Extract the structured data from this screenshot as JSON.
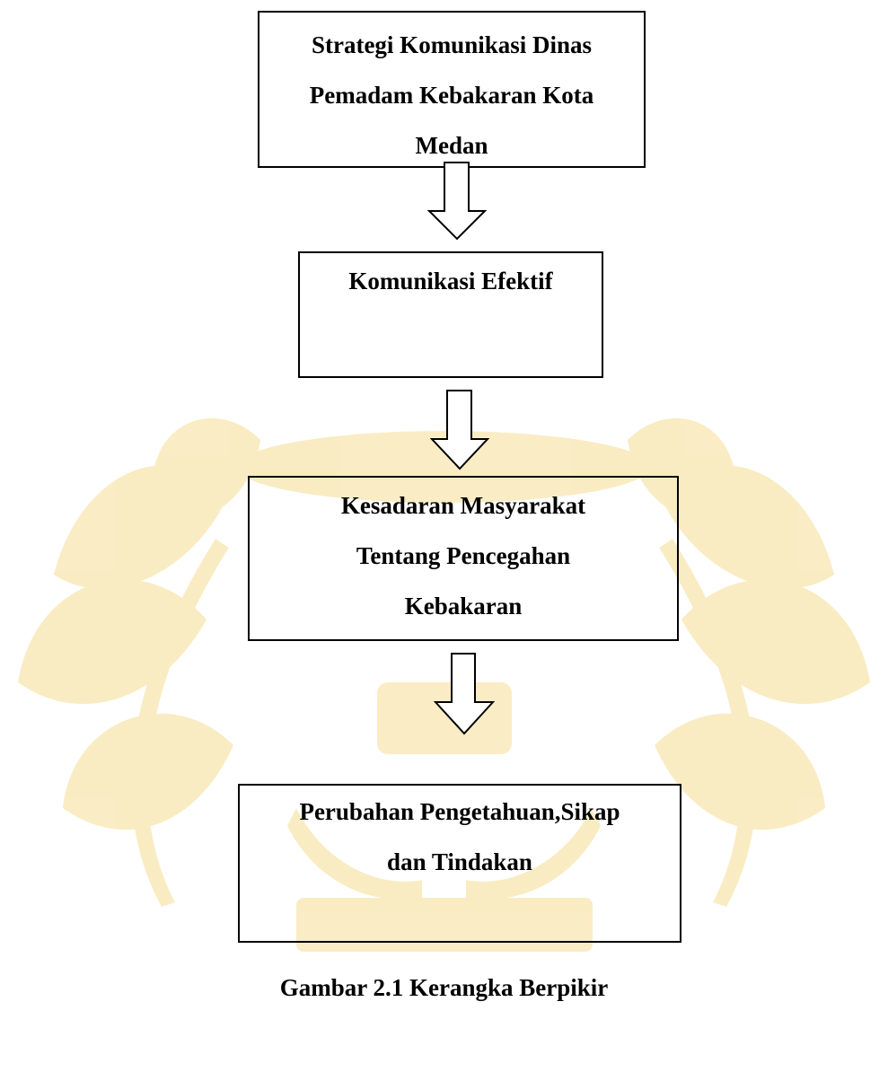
{
  "diagram": {
    "boxes": [
      {
        "text": "Strategi Komunikasi Dinas\nPemadam Kebakaran Kota\nMedan"
      },
      {
        "text": "Komunikasi Efektif"
      },
      {
        "text": "Kesadaran Masyarakat\nTentang Pencegahan\nKebakaran"
      },
      {
        "text": "Perubahan Pengetahuan,Sikap\ndan Tindakan"
      }
    ],
    "caption": "Gambar 2.1 Kerangka Berpikir"
  },
  "colors": {
    "stroke": "#000000",
    "watermark": "#f5dc96"
  }
}
